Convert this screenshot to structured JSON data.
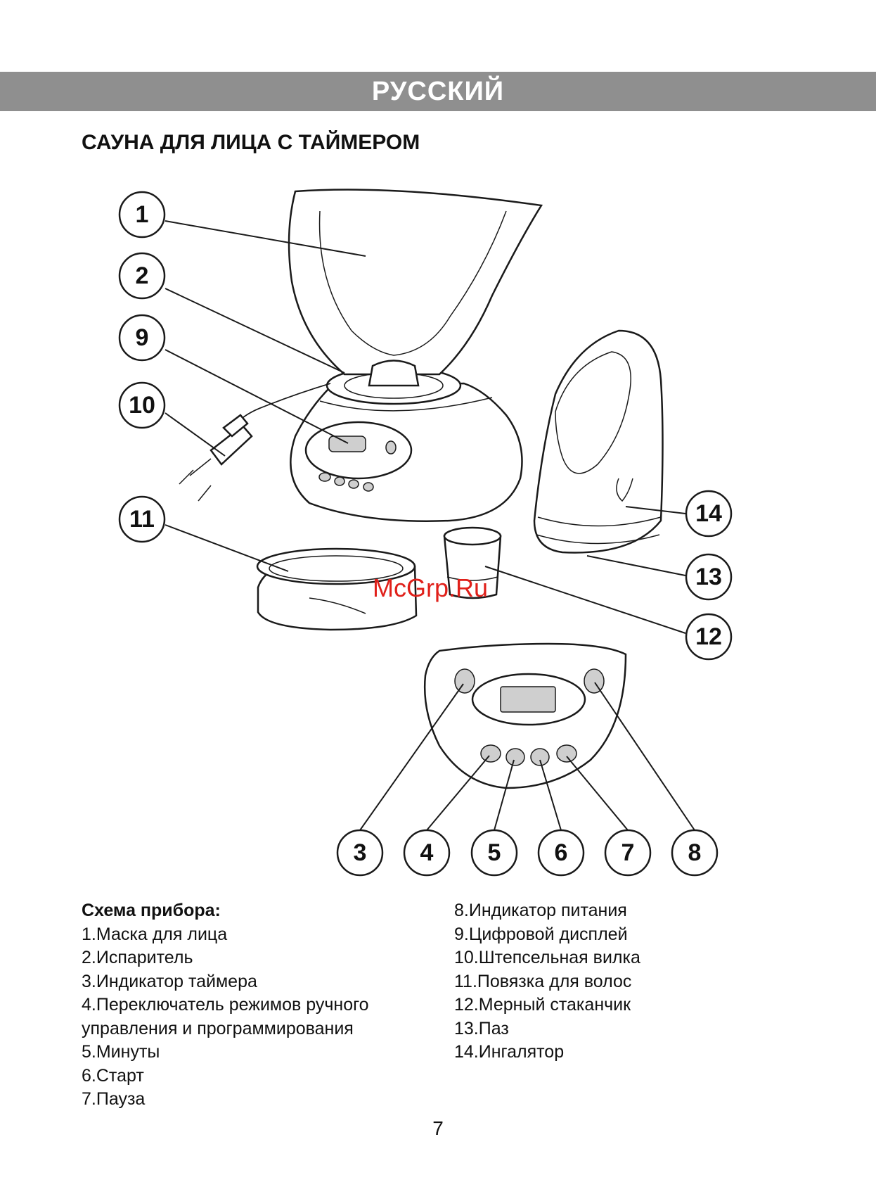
{
  "banner": {
    "language": "РУССКИЙ"
  },
  "heading": "САУНА ДЛЯ ЛИЦА С ТАЙМЕРОМ",
  "watermark": "McGrp.Ru",
  "callouts": [
    "1",
    "2",
    "9",
    "10",
    "11",
    "14",
    "13",
    "12",
    "3",
    "4",
    "5",
    "6",
    "7",
    "8"
  ],
  "legend": {
    "title": "Схема прибора:",
    "left_items": [
      "1.Маска для лица",
      "2.Испаритель",
      "3.Индикатор таймера",
      "4.Переключатель режимов ручного",
      "управления  и программирования",
      "5.Минуты",
      "6.Старт",
      "7.Пауза"
    ],
    "right_items": [
      "8.Индикатор питания",
      "9.Цифровой дисплей",
      "10.Штепсельная вилка",
      "11.Повязка для волос",
      "12.Мерный стаканчик",
      "13.Паз",
      "14.Ингалятор"
    ]
  },
  "page_number": "7"
}
